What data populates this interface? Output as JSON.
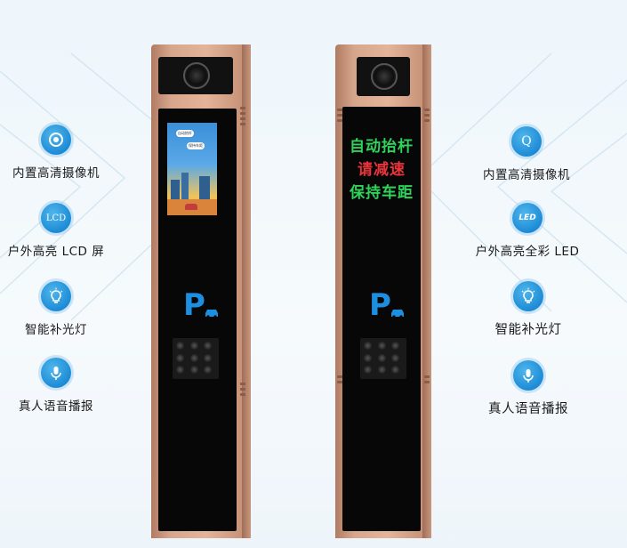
{
  "left_features": [
    {
      "icon": "camera-icon",
      "label": "内置高清摄像机"
    },
    {
      "icon": "lcd-icon",
      "icon_text": "LCD",
      "label": "户外高亮 LCD 屏"
    },
    {
      "icon": "lightbulb-icon",
      "label": "智能补光灯"
    },
    {
      "icon": "microphone-icon",
      "label": "真人语音播报"
    }
  ],
  "right_features": [
    {
      "icon": "camera-icon",
      "icon_text": "Q",
      "label": "内置高清摄像机"
    },
    {
      "icon": "led-icon",
      "icon_text": "LED",
      "label": "户外高亮全彩 LED"
    },
    {
      "icon": "lightbulb-icon",
      "label": "智能补光灯"
    },
    {
      "icon": "microphone-icon",
      "label": "真人语音播报"
    }
  ],
  "left_pillar": {
    "screen": {
      "bubble_1": "自动抬杆",
      "bubble_2": "保持车距"
    },
    "parking_letter": "P"
  },
  "right_pillar": {
    "led_lines": [
      {
        "text": "自动抬杆",
        "color": "#2fd35a"
      },
      {
        "text": "请减速",
        "color": "#e8343a"
      },
      {
        "text": "保持车距",
        "color": "#2fd35a"
      }
    ],
    "parking_letter": "P"
  },
  "colors": {
    "icon_blue": "#1d8bd6",
    "pillar_copper": "#d7a78d",
    "panel_black": "#070707",
    "p_blue": "#1d8fe0"
  }
}
